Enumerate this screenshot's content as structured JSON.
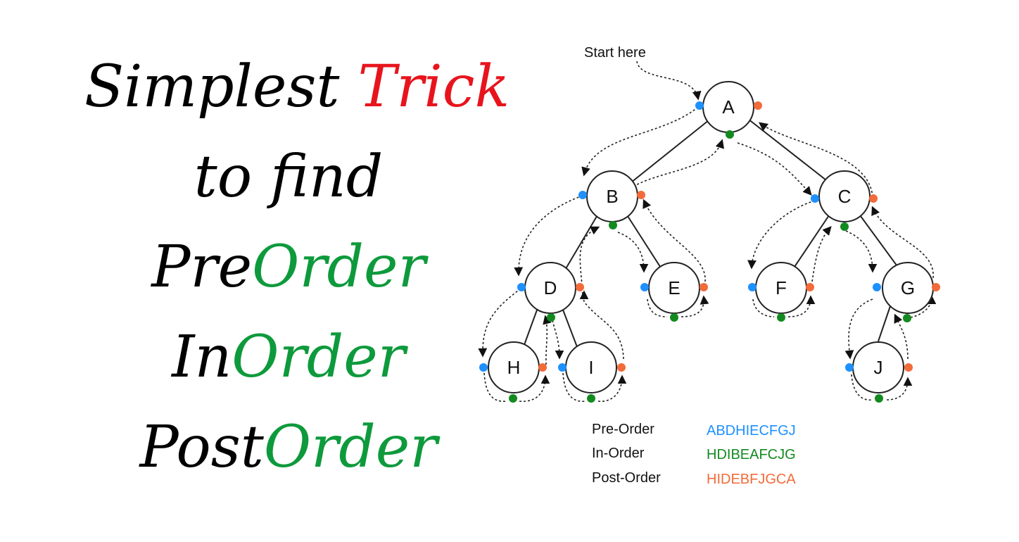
{
  "title": {
    "line1_plain": "Simplest",
    "line1_accent": "Trick",
    "line2": "to find",
    "line3_plain": "Pre",
    "line3_accent": "Order",
    "line4_plain": "In",
    "line4_accent": "Order",
    "line5_plain": "Post",
    "line5_accent": "Order"
  },
  "diagram": {
    "start_label": "Start here",
    "nodes": {
      "A": "A",
      "B": "B",
      "C": "C",
      "D": "D",
      "E": "E",
      "F": "F",
      "G": "G",
      "H": "H",
      "I": "I",
      "J": "J"
    },
    "dot_colors": {
      "pre": "#1e90ff",
      "in": "#138a20",
      "post": "#f26b3a"
    }
  },
  "legend": {
    "pre_label": "Pre-Order",
    "pre_value": "ABDHIECFGJ",
    "in_label": "In-Order",
    "in_value": "HDIBEAFCJG",
    "post_label": "Post-Order",
    "post_value": "HIDEBFJGCA"
  }
}
